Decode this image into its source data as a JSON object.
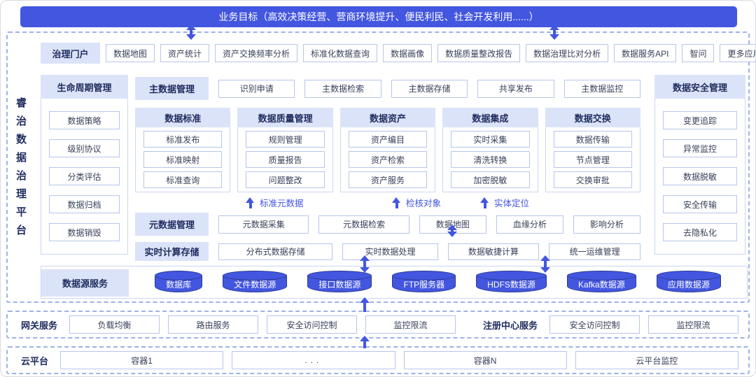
{
  "banner": {
    "text": "业务目标（高效决策经营、营商环境提升、便民利民、社会开发利用......）"
  },
  "platform": {
    "vertical_title": "睿治数据治理平台",
    "portal": {
      "title": "治理门户",
      "items": [
        "数据地图",
        "资产统计",
        "资产交换频率分析",
        "标准化数据查询",
        "数据画像",
        "数据质量整改报告",
        "数据治理比对分析",
        "数据服务API",
        "智问",
        "更多应用"
      ]
    },
    "lifecycle": {
      "title": "生命周期管理",
      "items": [
        "数据策略",
        "级别协议",
        "分类评估",
        "数据归档",
        "数据销毁"
      ]
    },
    "master_data": {
      "title": "主数据管理",
      "items": [
        "识别申请",
        "主数据检索",
        "主数据存储",
        "共享发布",
        "主数据监控"
      ]
    },
    "columns": [
      {
        "title": "数据标准",
        "items": [
          "标准发布",
          "标准映射",
          "标准查询"
        ]
      },
      {
        "title": "数据质量管理",
        "items": [
          "规则管理",
          "质量报告",
          "问题整改"
        ]
      },
      {
        "title": "数据资产",
        "items": [
          "资产编目",
          "资产检索",
          "资产服务"
        ]
      },
      {
        "title": "数据集成",
        "items": [
          "实时采集",
          "清洗转换",
          "加密脱敏"
        ]
      },
      {
        "title": "数据交换",
        "items": [
          "数据传输",
          "节点管理",
          "交换审批"
        ]
      }
    ],
    "flow_labels": [
      "标准元数据",
      "检核对象",
      "实体定位"
    ],
    "metadata": {
      "title": "元数据管理",
      "items": [
        "元数据采集",
        "元数据检索",
        "数据地图",
        "血缘分析",
        "影响分析"
      ]
    },
    "realtime": {
      "title": "实时计算存储",
      "items": [
        "分布式数据存储",
        "实时数据处理",
        "数据敏捷计算",
        "统一运维管理"
      ]
    },
    "security": {
      "title": "数据安全管理",
      "items": [
        "变更追踪",
        "异常监控",
        "数据脱敏",
        "安全传输",
        "去隐私化"
      ]
    },
    "datasource": {
      "title": "数据源服务",
      "items": [
        "数据库",
        "文件数据源",
        "接口数据源",
        "FTP服务器",
        "HDFS数据源",
        "Kafka数据源",
        "应用数据源"
      ]
    }
  },
  "gateway": {
    "title": "网关服务",
    "items": [
      "负载均衡",
      "路由服务",
      "安全访问控制",
      "监控限流"
    ],
    "registry_title": "注册中心服务",
    "registry_items": [
      "安全访问控制",
      "监控限流"
    ]
  },
  "cloud": {
    "title": "云平台",
    "items": [
      "容器1",
      "...",
      "容器N",
      "云平台监控"
    ]
  },
  "colors": {
    "blue": "#4356e0",
    "navy": "#1f2c5e",
    "lav": "#dbe3f8",
    "chipb": "#b7c5ec",
    "chipt": "#39415a",
    "bodyb": "#ccd6f2",
    "dash": "#9db2ec",
    "cylb": "#2c3a8c"
  }
}
